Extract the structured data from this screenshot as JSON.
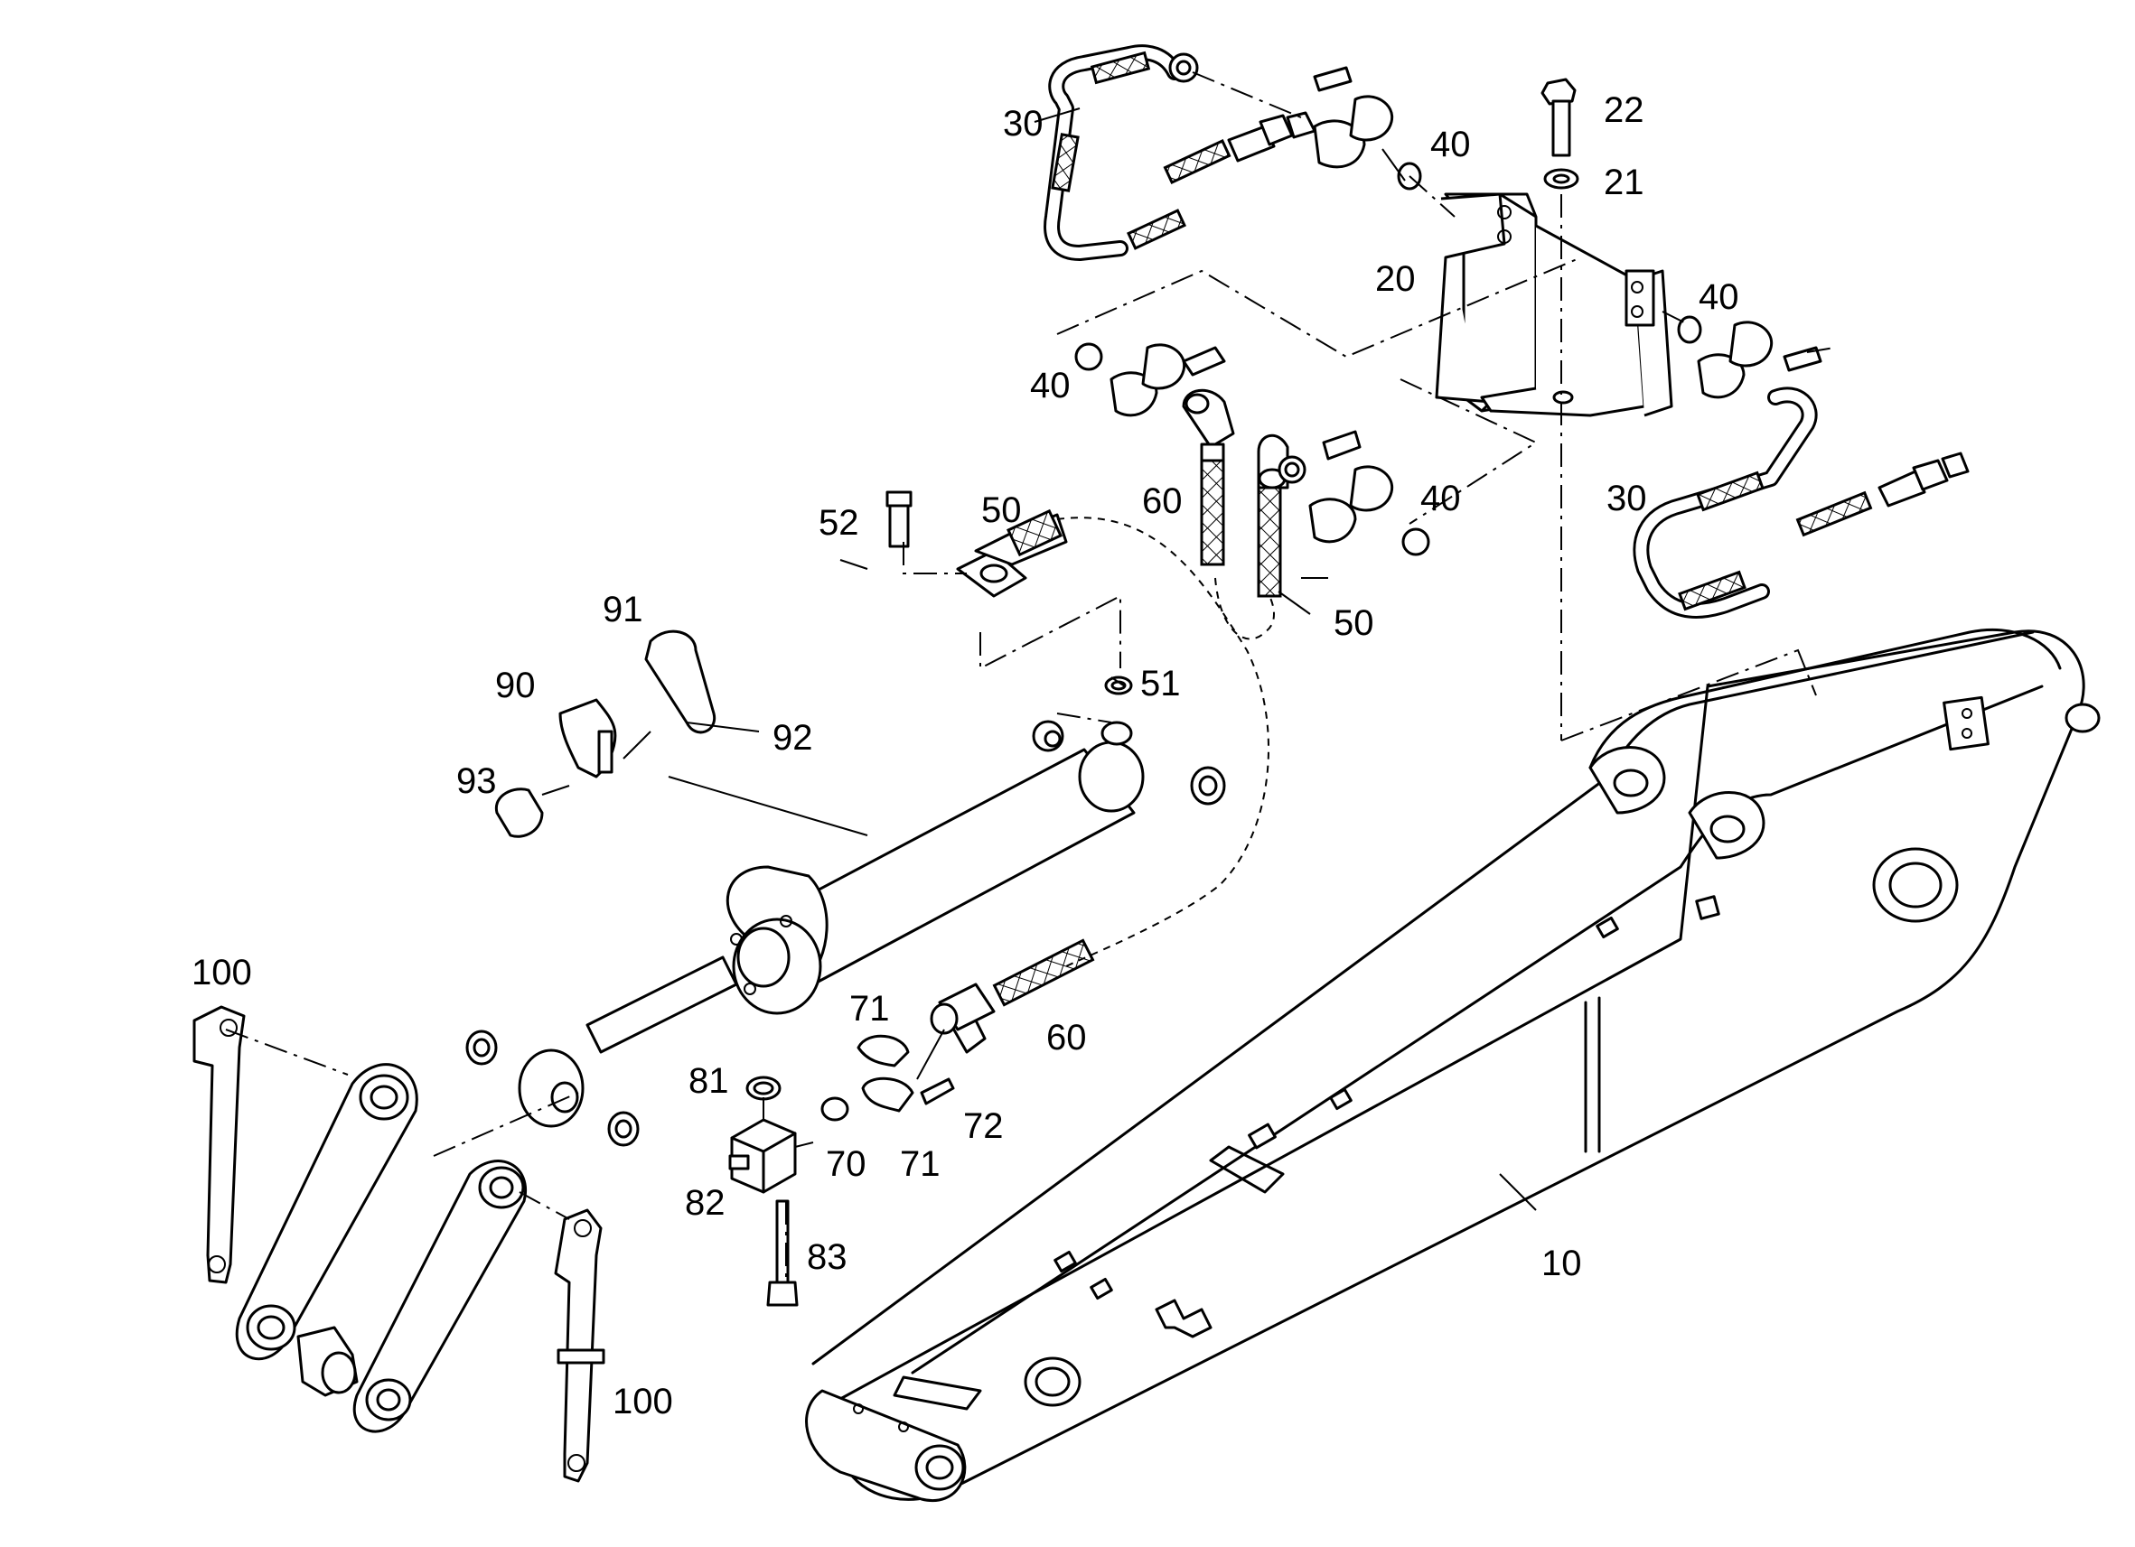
{
  "callouts": {
    "c10": "10",
    "c20": "20",
    "c21": "21",
    "c22": "22",
    "c30a": "30",
    "c30b": "30",
    "c40a": "40",
    "c40b": "40",
    "c40c": "40",
    "c40d": "40",
    "c50a": "50",
    "c50b": "50",
    "c51": "51",
    "c52": "52",
    "c60a": "60",
    "c60b": "60",
    "c70": "70",
    "c71a": "71",
    "c71b": "71",
    "c72": "72",
    "c81": "81",
    "c82": "82",
    "c83": "83",
    "c90": "90",
    "c91": "91",
    "c92": "92",
    "c93": "93",
    "c100a": "100",
    "c100b": "100"
  }
}
